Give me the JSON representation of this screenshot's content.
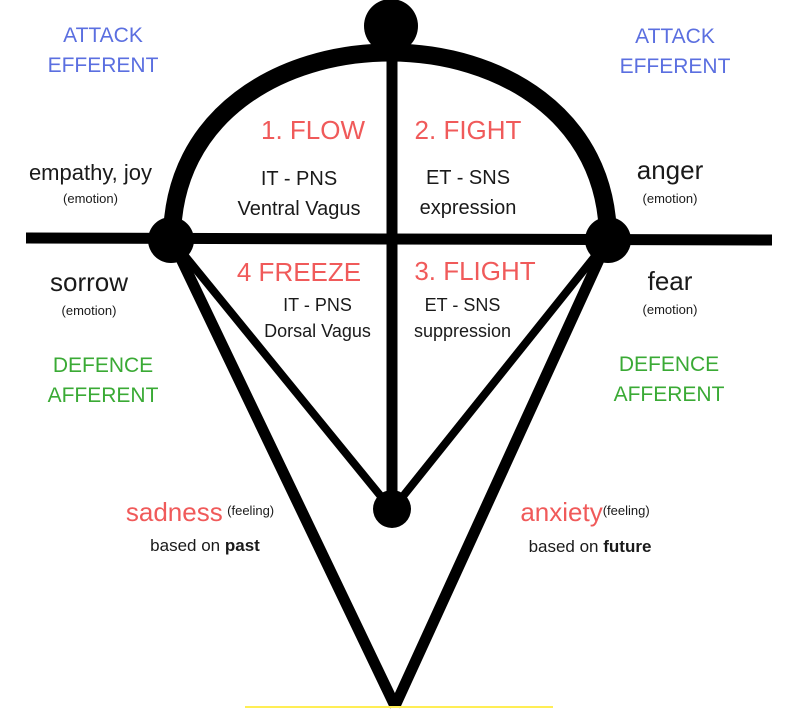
{
  "corners": {
    "top_left": {
      "line1": "ATTACK",
      "line2": "EFFERENT",
      "color": "#5b6fe0"
    },
    "top_right": {
      "line1": "ATTACK",
      "line2": "EFFERENT",
      "color": "#5b6fe0"
    },
    "bottom_left": {
      "line1": "DEFENCE",
      "line2": "AFFERENT",
      "color": "#3aaa35"
    },
    "bottom_right": {
      "line1": "DEFENCE",
      "line2": "AFFERENT",
      "color": "#3aaa35"
    }
  },
  "quadrants": {
    "flow": {
      "title": "1. FLOW",
      "line1": "IT - PNS",
      "line2": "Ventral Vagus"
    },
    "fight": {
      "title": "2. FIGHT",
      "line1": "ET - SNS",
      "line2": "expression"
    },
    "flight": {
      "title": "3. FLIGHT",
      "line1": "ET - SNS",
      "line2": "suppression"
    },
    "freeze": {
      "title": "4 FREEZE",
      "line1": "IT - PNS",
      "line2": "Dorsal Vagus"
    }
  },
  "emotions": {
    "empathy": {
      "word": "empathy, joy",
      "tag": "(emotion)"
    },
    "anger": {
      "word": "anger",
      "tag": "(emotion)"
    },
    "sorrow": {
      "word": "sorrow",
      "tag": "(emotion)"
    },
    "fear": {
      "word": "fear",
      "tag": "(emotion)"
    }
  },
  "feelings": {
    "sadness": {
      "word": "sadness",
      "tag": "(feeling)",
      "based_prefix": "based on",
      "based_on": "past"
    },
    "anxiety": {
      "word": "anxiety",
      "tag": "(feeling)",
      "based_prefix": "based on",
      "based_on": "future"
    }
  },
  "colors": {
    "title_red": "#f05a5a",
    "line": "#000000",
    "baseline_accent": "#ffee55"
  }
}
